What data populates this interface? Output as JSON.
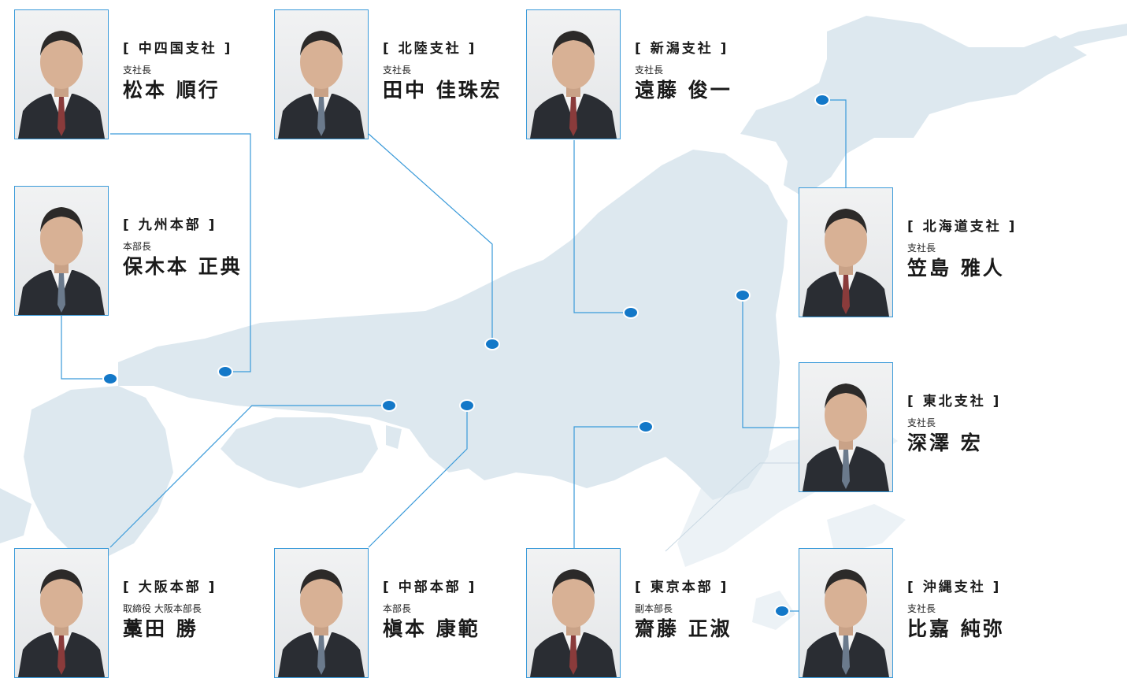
{
  "colors": {
    "map_fill": "#dde8ef",
    "connector_line": "#3a9ad9",
    "marker_fill": "#1378c8",
    "text": "#1a1a1a"
  },
  "offices": [
    {
      "id": "chushikoku",
      "office": "[ 中四国支社 ]",
      "position": "支社長",
      "name": "松本 順行"
    },
    {
      "id": "hokuriku",
      "office": "[ 北陸支社 ]",
      "position": "支社長",
      "name": "田中 佳珠宏"
    },
    {
      "id": "niigata",
      "office": "[ 新潟支社 ]",
      "position": "支社長",
      "name": "遠藤 俊一"
    },
    {
      "id": "kyushu",
      "office": "[ 九州本部 ]",
      "position": "本部長",
      "name": "保木本 正典"
    },
    {
      "id": "hokkaido",
      "office": "[ 北海道支社 ]",
      "position": "支社長",
      "name": "笠島 雅人"
    },
    {
      "id": "tohoku",
      "office": "[ 東北支社 ]",
      "position": "支社長",
      "name": "深澤 宏"
    },
    {
      "id": "osaka",
      "office": "[ 大阪本部 ]",
      "position": "取締役 大阪本部長",
      "name": "藁田 勝"
    },
    {
      "id": "chubu",
      "office": "[ 中部本部 ]",
      "position": "本部長",
      "name": "槇本 康範"
    },
    {
      "id": "tokyo",
      "office": "[ 東京本部 ]",
      "position": "副本部長",
      "name": "齋藤 正淑"
    },
    {
      "id": "okinawa",
      "office": "[ 沖縄支社 ]",
      "position": "支社長",
      "name": "比嘉 純弥"
    }
  ]
}
